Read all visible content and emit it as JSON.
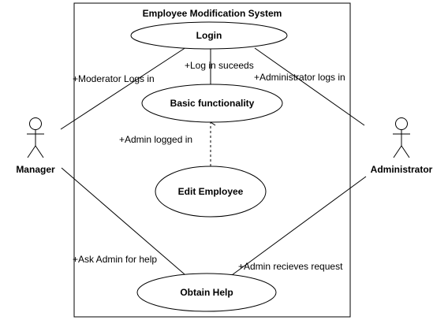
{
  "system": {
    "title": "Employee Modification System"
  },
  "actors": {
    "manager": "Manager",
    "administrator": "Administrator"
  },
  "use_cases": {
    "login": "Login",
    "basic": "Basic functionality",
    "edit": "Edit Employee",
    "help": "Obtain Help"
  },
  "relations": {
    "moderator_logs_in": "+Moderator Logs in",
    "log_in_succeeds": "+Log in suceeds",
    "administrator_logs_in": "+Administrator logs in",
    "admin_logged_in": "+Admin logged in",
    "ask_admin_for_help": "+Ask Admin for help",
    "admin_receives_request": "+Admin recieves request"
  },
  "colors": {
    "stroke": "#000000",
    "fill": "#ffffff",
    "text": "#000000"
  }
}
